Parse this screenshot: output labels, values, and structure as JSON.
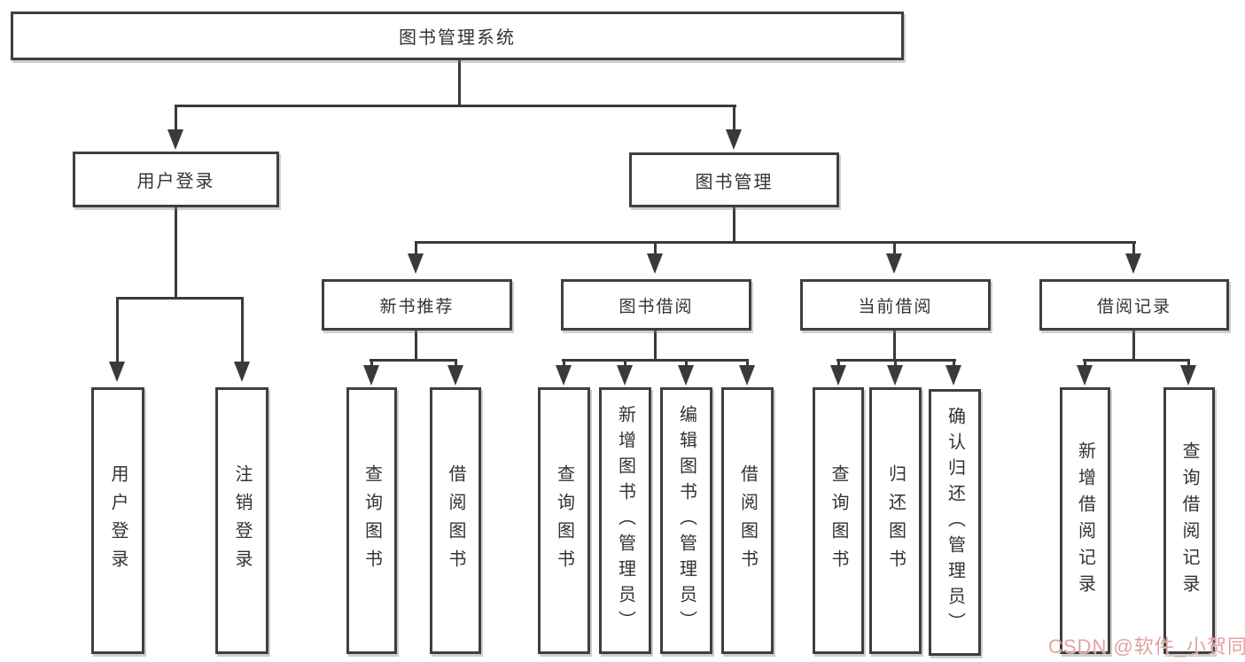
{
  "diagram": {
    "type": "tree",
    "title": "图书管理系统"
  },
  "nodes": {
    "root": {
      "label": "图书管理系统"
    },
    "user_login": {
      "label": "用户登录"
    },
    "book_mgmt": {
      "label": "图书管理"
    },
    "new_book_rec": {
      "label": "新书推荐"
    },
    "book_borrow": {
      "label": "图书借阅"
    },
    "current_borrow": {
      "label": "当前借阅"
    },
    "borrow_records": {
      "label": "借阅记录"
    },
    "leaf_user_login": {
      "label": "用户登录"
    },
    "leaf_logout": {
      "label": "注销登录"
    },
    "leaf_nb_query": {
      "label": "查询图书"
    },
    "leaf_nb_borrow": {
      "label": "借阅图书"
    },
    "leaf_bb_query": {
      "label": "查询图书"
    },
    "leaf_bb_add": {
      "label": "新增图书（管理员）"
    },
    "leaf_bb_edit": {
      "label": "编辑图书（管理员）"
    },
    "leaf_bb_borrow": {
      "label": "借阅图书"
    },
    "leaf_cb_query": {
      "label": "查询图书"
    },
    "leaf_cb_return": {
      "label": "归还图书"
    },
    "leaf_cb_confirm": {
      "label": "确认归还（管理员）"
    },
    "leaf_br_add": {
      "label": "新增借阅记录"
    },
    "leaf_br_query": {
      "label": "查询借阅记录"
    }
  },
  "hierarchy": {
    "图书管理系统": {
      "用户登录": [
        "用户登录",
        "注销登录"
      ],
      "图书管理": {
        "新书推荐": [
          "查询图书",
          "借阅图书"
        ],
        "图书借阅": [
          "查询图书",
          "新增图书（管理员）",
          "编辑图书（管理员）",
          "借阅图书"
        ],
        "当前借阅": [
          "查询图书",
          "归还图书",
          "确认归还（管理员）"
        ],
        "借阅记录": [
          "新增借阅记录",
          "查询借阅记录"
        ]
      }
    }
  },
  "watermark": {
    "text": "CSDN @软件_小贺同学"
  },
  "colors": {
    "background": "#ffffff",
    "line": "#3a3a3a",
    "box_border": "#3f3f3f",
    "text": "#333333",
    "watermark": "#e2a39e"
  }
}
